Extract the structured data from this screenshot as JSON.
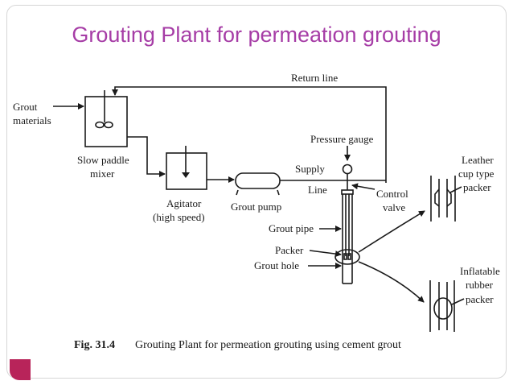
{
  "slide": {
    "title": "Grouting Plant for permeation grouting",
    "accent_color": "#a63da6",
    "corner_color": "#b8245a"
  },
  "diagram": {
    "labels": {
      "return_line": "Return line",
      "grout_materials_1": "Grout",
      "grout_materials_2": "materials",
      "slow_paddle_1": "Slow paddle",
      "slow_paddle_2": "mixer",
      "agitator_1": "Agitator",
      "agitator_2": "(high speed)",
      "grout_pump": "Grout pump",
      "pressure_gauge": "Pressure gauge",
      "supply": "Supply",
      "line": "Line",
      "control_1": "Control",
      "control_2": "valve",
      "grout_pipe": "Grout pipe",
      "packer": "Packer",
      "grout_hole": "Grout hole",
      "leather_1": "Leather",
      "leather_2": "cup type",
      "leather_3": "packer",
      "inflatable_1": "Inflatable",
      "inflatable_2": "rubber",
      "inflatable_3": "packer"
    },
    "caption": {
      "fig": "Fig. 31.4",
      "text": "Grouting Plant for permeation grouting using cement grout"
    }
  }
}
